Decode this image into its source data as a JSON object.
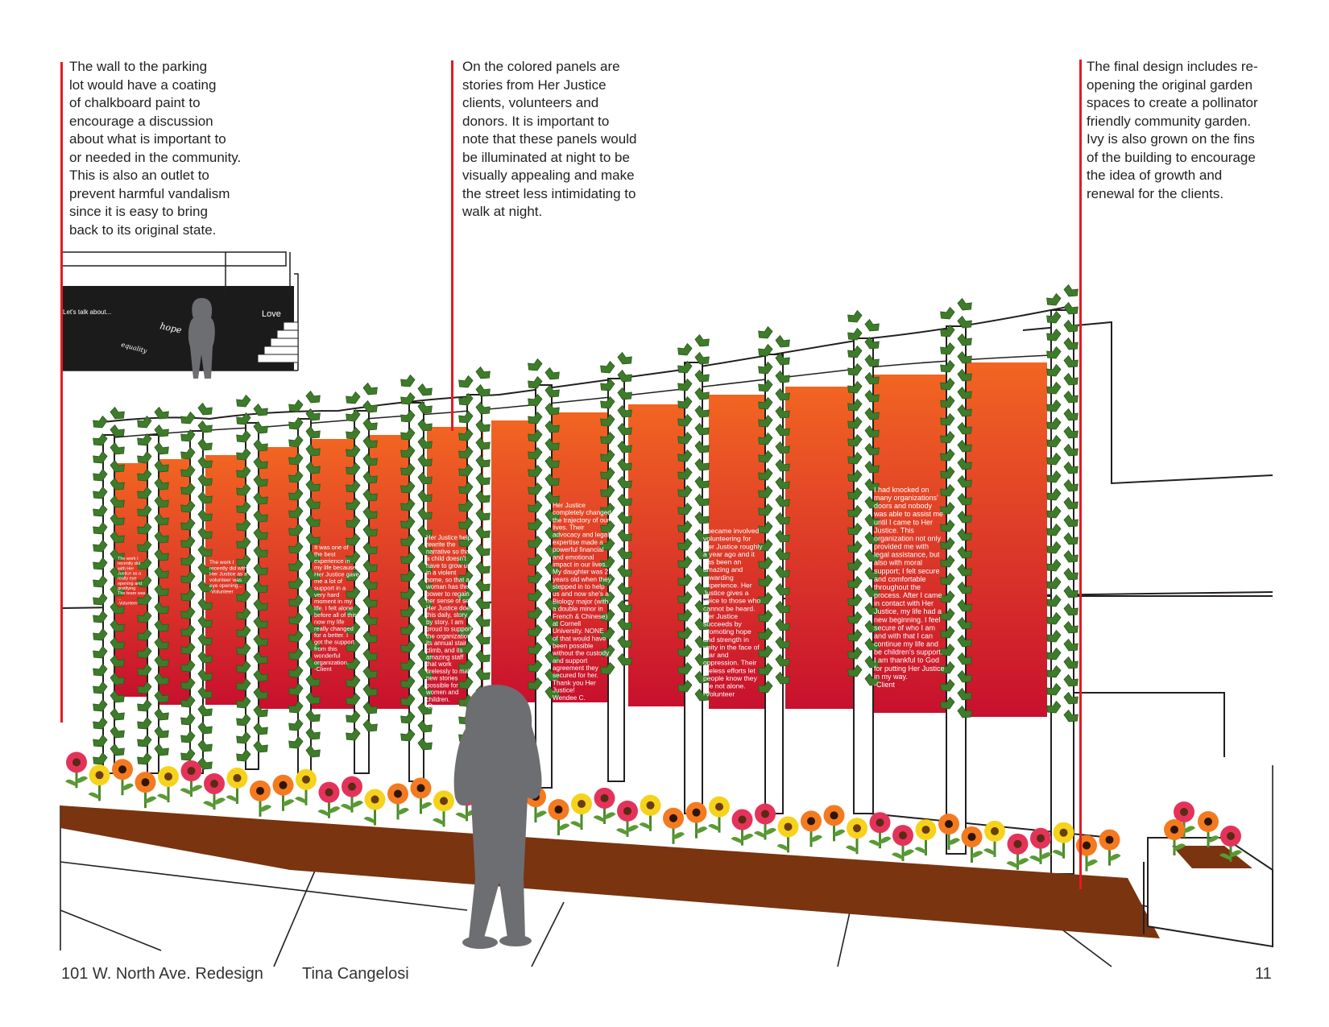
{
  "callouts": {
    "left": "The wall to the parking\nlot would have a coating\nof chalkboard paint to\nencourage a discussion\nabout what is important to\nor needed in the community.\nThis is also an outlet to\nprevent harmful vandalism\nsince it is easy to bring\nback to its original state.",
    "middle": "On the colored panels are\nstories from Her Justice\nclients, volunteers and\ndonors. It is important to\nnote that these panels would\nbe illuminated at night to be\nvisually appealing and make\nthe street less intimidating to\nwalk at night.",
    "right": "The final design includes re-\nopening the original garden\nspaces to create a pollinator\nfriendly community garden.\nIvy is also grown on the fins\nof the building to encourage\nthe idea of growth and\nrenewal for the clients."
  },
  "inset": {
    "prompt": "Let's talk about...",
    "word1": "hope",
    "word2": "Love",
    "word3": "equality"
  },
  "panels": {
    "p1": "The work I\nrecently did\nwith Her\nJustice as a\nreally eye\nopening and\ngratifying\nThe team was\n...\n-Volunteer",
    "p2": "The work I\nrecently did with\nHer Justice as a\nvolunteer was\neye opening...\n-Volunteer",
    "p3": "It was one of\nthe best\nexperience in\nmy life because\nHer Justice gave\nme a lot of\nsupport in a\nvery hard\nmoment in my\nlife. I felt alone\nbefore all of this,\nnow my life\nreally changed\nfor a better. I\ngot the support\nfrom this\nwonderful\norganization.\n-Client",
    "p4": "Her Justice helps\nrewrite the\nnarrative so that\na child doesn't\nhave to grow up\nin a violent\nhome, so that a\nwoman has the\npower to regain\nher sense of self.\nHer Justice does\nthis daily, story\nby story. I am\nproud to support\nthe organization,\nits annual stair\nclimb, and its\namazing staff\nthat work\ntirelessly to make\nnew stories\npossible for\nwomen and\nchildren.\n-Donor",
    "p5": "Her Justice\ncompletely changed\nthe trajectory of our\nlives. Their\nadvocacy and legal\nexpertise made a\npowerful financial\nand emotional\nimpact in our lives.\nMy daughter was 2\nyears old when they\nstepped in to help\nus and now she's a\nBiology major (with\na double minor in\nFrench & Chinese)\nat Cornell\nUniversity. NONE\nof that would have\nbeen possible\nwithout the custody\nand support\nagreement they\nsecured for her.\nThank you Her\nJustice!\nWendee C.",
    "p6": "I became involved\nvolunteering for\nHer Justice roughly\na year ago and it\nhas been an\namazing and\nrewarding\nexperience. Her\nJustice gives a\nvoice to those who\ncannot be heard.\nHer Justice\nsucceeds by\npromoting hope\nand strength in\nunity in the face of\nfear and\noppression. Their\ntireless efforts let\npeople know they\nare not alone.\n-Volunteer",
    "p7": "I had knocked on\nmany organizations'\ndoors and nobody\nwas able to assist me\nuntil I came to Her\nJustice. This\norganization not only\nprovided me with\nlegal assistance, but\nalso with moral\nsupport; I felt secure\nand comfortable\nthroughout the\nprocess. After I came\nin contact with Her\nJustice, my life had a\nnew beginning. I feel\nsecure of who I am\nand with that I can\ncontinue my life and\nbe children's support.\nI am thankful to God\nfor putting Her Justice\nin my way.\n-Client"
  },
  "footer": {
    "title": "101 W. North Ave. Redesign",
    "author": "Tina Cangelosi",
    "page": "11"
  },
  "colors": {
    "accent_red": "#e31b23",
    "panel_top": "#f26522",
    "panel_bottom": "#c8102e",
    "ivy": "#3e7b2a",
    "soil": "#7a3410",
    "silhouette": "#6d6e71"
  }
}
